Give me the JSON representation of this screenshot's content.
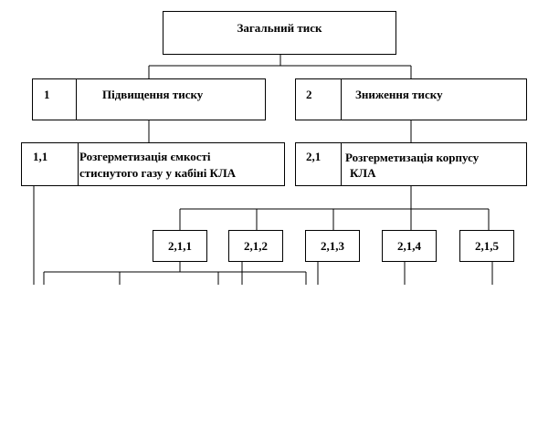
{
  "root": {
    "label": "Загальний тиск"
  },
  "branch_increase": {
    "number": "1",
    "label": "Підвищення тиску"
  },
  "branch_decrease": {
    "number": "2",
    "label": "Зниження тиску"
  },
  "node_1_1": {
    "number": "1,1",
    "line1": "Розгерметизація ємкості",
    "line2": "стиснутого газу у кабіні КЛА"
  },
  "node_2_1": {
    "number": "2,1",
    "line1": "Розгерметизація корпусу",
    "line2": "КЛА"
  },
  "leaves": [
    {
      "label": "2,1,1"
    },
    {
      "label": "2,1,2"
    },
    {
      "label": "2,1,3"
    },
    {
      "label": "2,1,4"
    },
    {
      "label": "2,1,5"
    }
  ]
}
